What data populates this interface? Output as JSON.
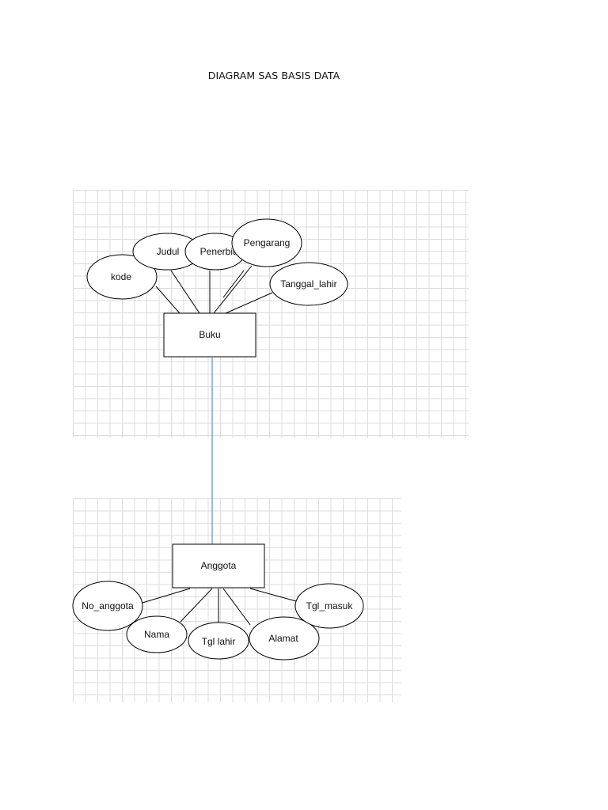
{
  "title": "DIAGRAM SAS BASIS DATA",
  "colors": {
    "line": "#000000",
    "relationship_line": "#5b8fc7",
    "grid": "#dcdcdc"
  },
  "entities": {
    "buku": {
      "label": "Buku",
      "attributes": {
        "kode": "kode",
        "judul": "Judul",
        "penerbit": "Penerbit",
        "pengarang": "Pengarang",
        "tanggal_lahir": "Tanggal_lahir"
      }
    },
    "anggota": {
      "label": "Anggota",
      "attributes": {
        "no_anggota": "No_anggota",
        "nama": "Nama",
        "tgl_lahir": "Tgl lahir",
        "alamat": "Alamat",
        "tgl_masuk": "Tgl_masuk"
      }
    }
  }
}
